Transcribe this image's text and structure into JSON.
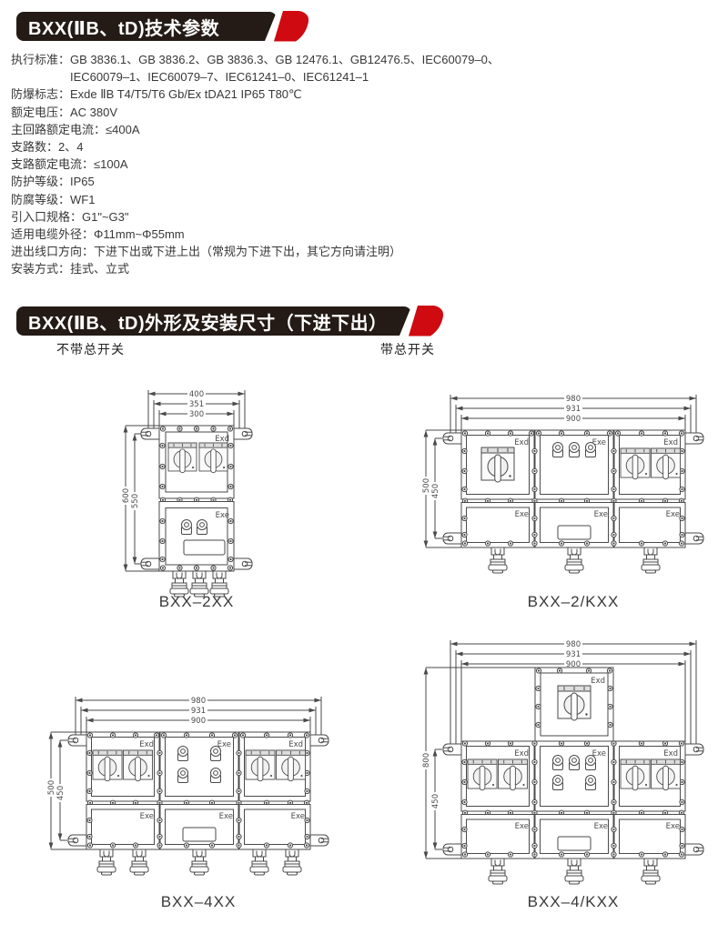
{
  "sections": {
    "params": {
      "title": "BXX(ⅡB、tD)技术参数",
      "specs": [
        {
          "text": "执行标准：GB 3836.1、GB 3836.2、GB 3836.3、GB 12476.1、GB12476.5、IEC60079–0、"
        },
        {
          "text": "IEC60079–1、IEC60079–7、IEC61241–0、IEC61241–1"
        },
        {
          "text": "防爆标志：Exde ⅡB T4/T5/T6 Gb/Ex tDA21 IP65 T80℃"
        },
        {
          "text": "额定电压：AC 380V"
        },
        {
          "text": "主回路额定电流：≤400A"
        },
        {
          "text": "支路数：2、4"
        },
        {
          "text": "支路额定电流：≤100A"
        },
        {
          "text": "防护等级：IP65"
        },
        {
          "text": "防腐等级：WF1"
        },
        {
          "text": "引入口规格：G1\"~G3\""
        },
        {
          "text": "适用电缆外径：Φ11mm~Φ55mm"
        },
        {
          "text": "进出线口方向：下进下出或下进上出（常规为下进下出，其它方向请注明）"
        },
        {
          "text": "安装方式：挂式、立式"
        }
      ]
    },
    "dimensions": {
      "title": "BXX(ⅡB、tD)外形及安装尺寸（下进下出）",
      "left_column_label": "不带总开关",
      "right_column_label": "带总开关"
    }
  },
  "drawing_labels": {
    "exd": "Exd",
    "exe": "Exe"
  },
  "drawings": {
    "bxx2xx": {
      "caption": "BXX–2XX",
      "width_dims": [
        "400",
        "351",
        "300"
      ],
      "height_dims": [
        "600",
        "550"
      ]
    },
    "bxx2kxx": {
      "caption": "BXX–2/KXX",
      "width_dims": [
        "980",
        "931",
        "900"
      ],
      "height_dims": [
        "500",
        "450"
      ]
    },
    "bxx4xx": {
      "caption": "BXX–4XX",
      "width_dims": [
        "980",
        "931",
        "900"
      ],
      "height_dims": [
        "500",
        "450"
      ]
    },
    "bxx4kxx": {
      "caption": "BXX–4/KXX",
      "width_dims": [
        "980",
        "931",
        "900"
      ],
      "height_dims": [
        "800",
        "450"
      ]
    }
  },
  "colors": {
    "banner_black": "#241b16",
    "accent_red": "#cf0a10",
    "line": "#4a4a4a"
  }
}
